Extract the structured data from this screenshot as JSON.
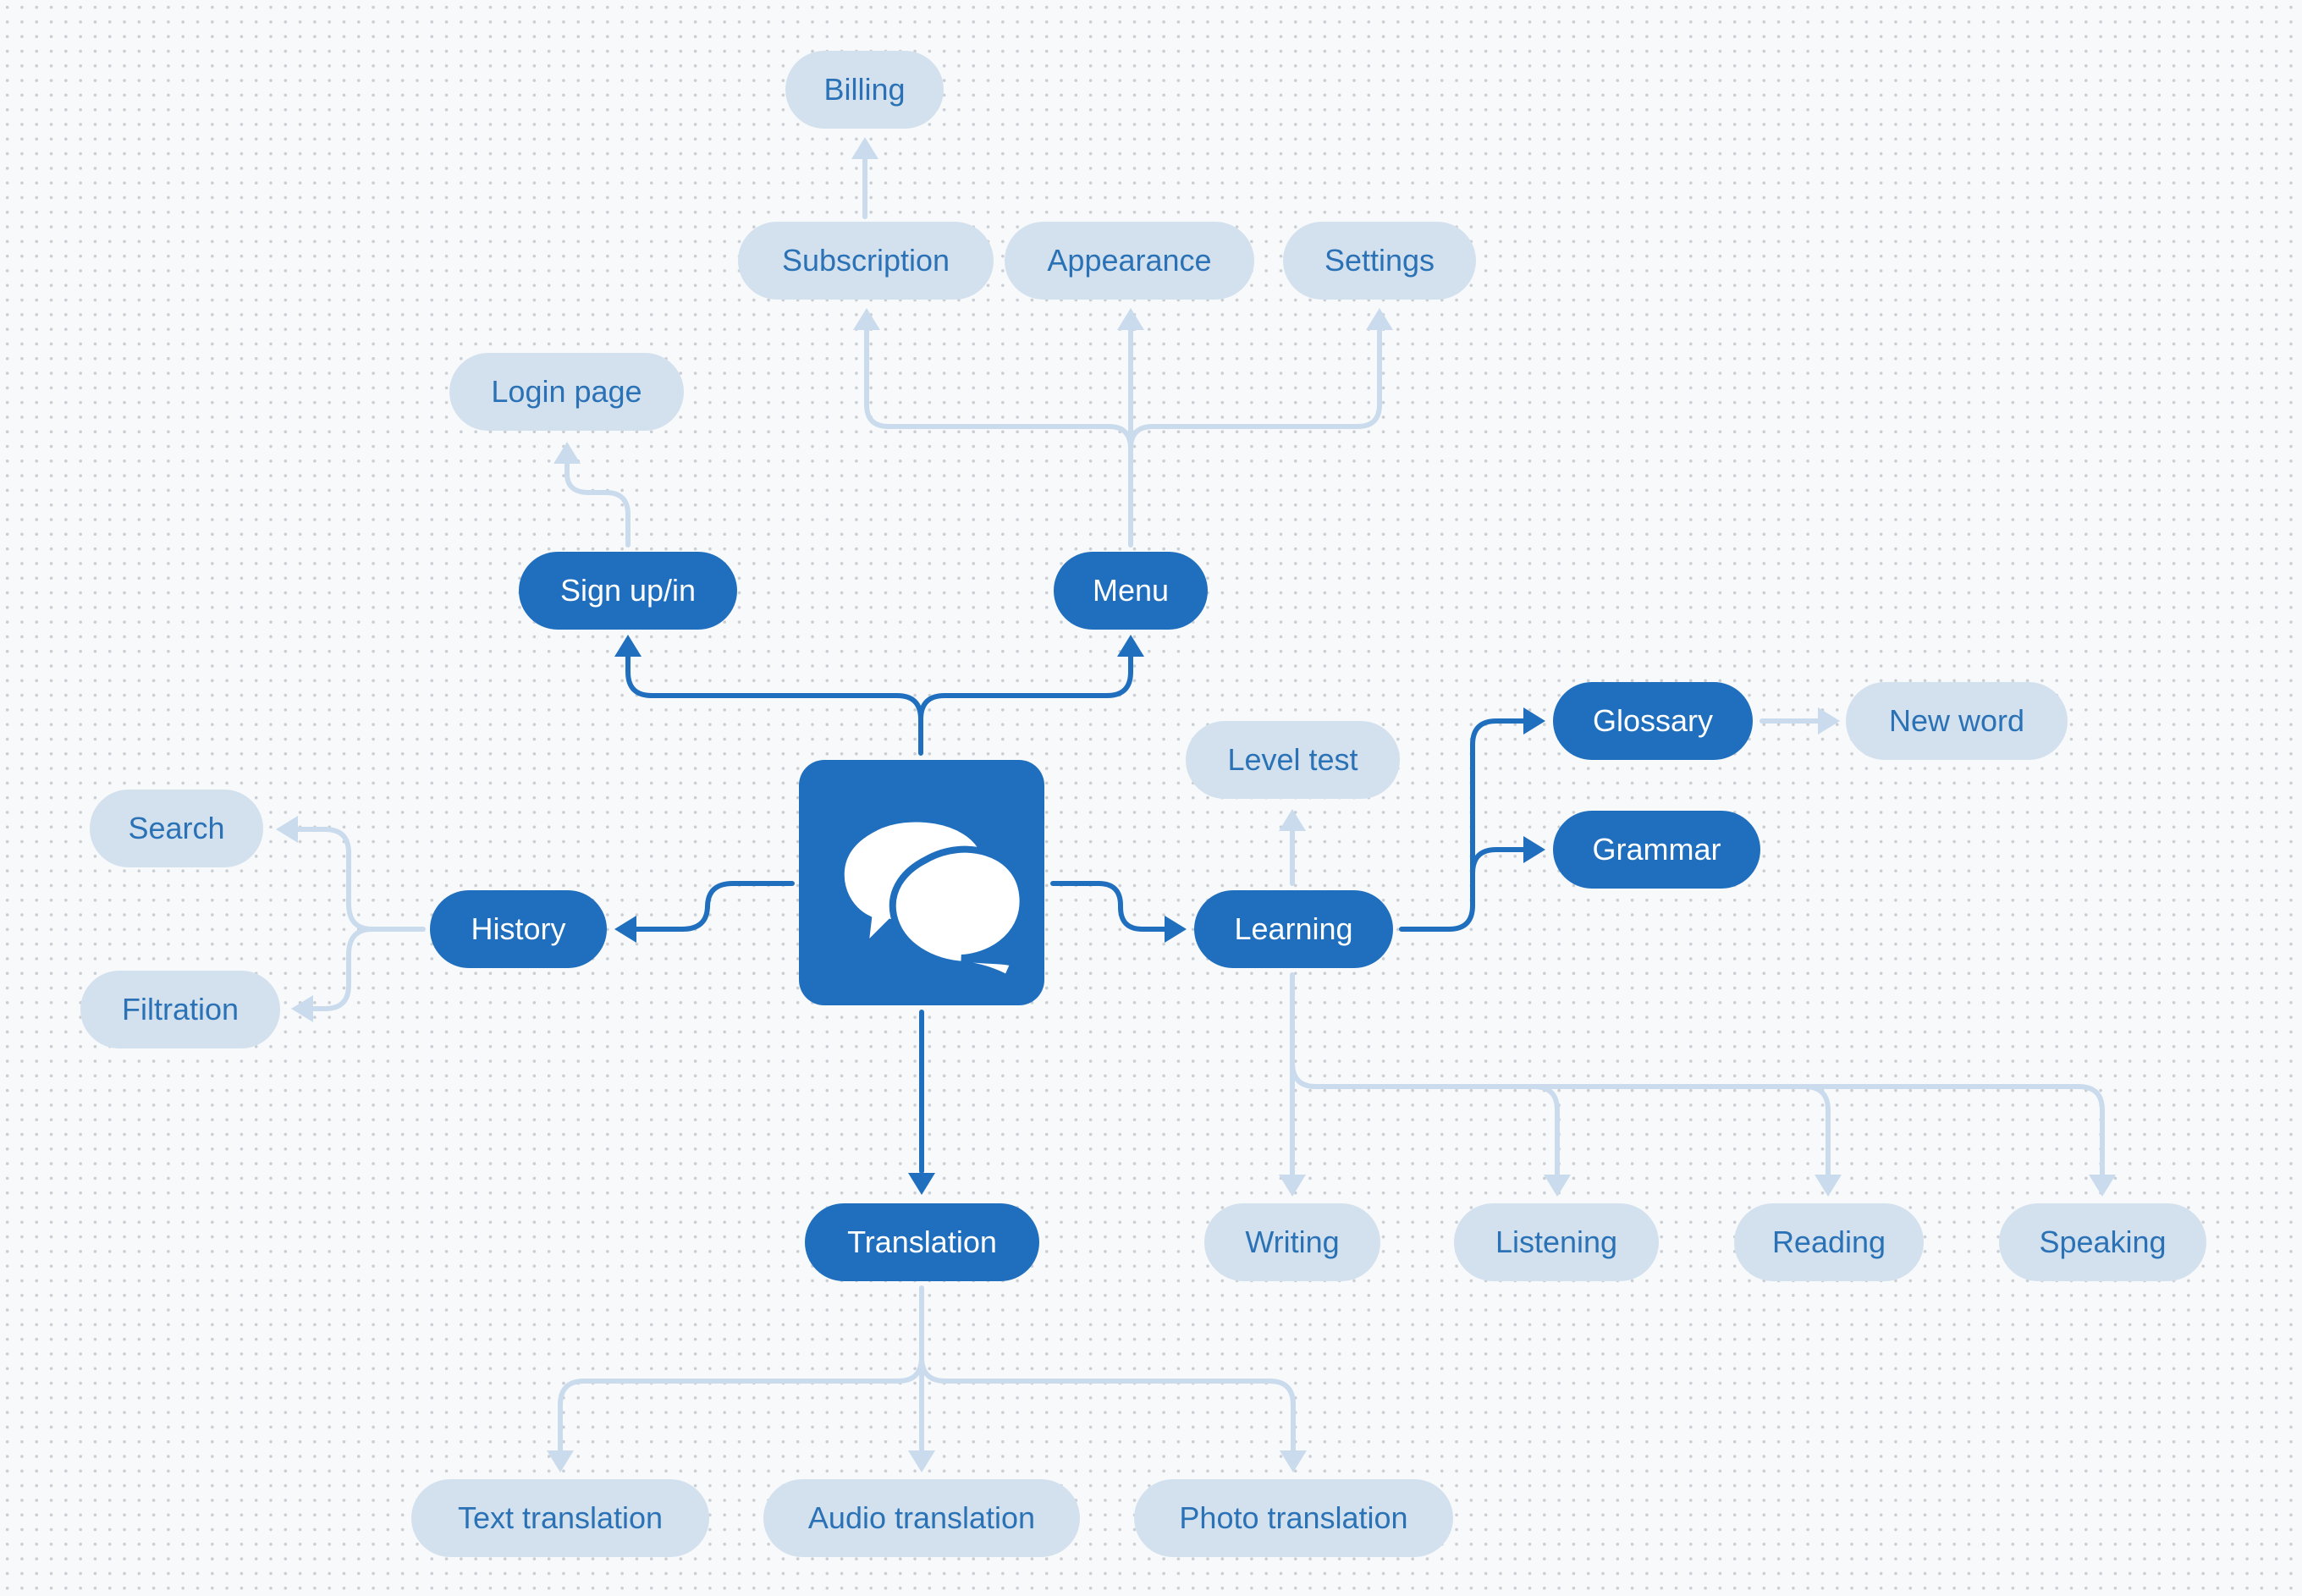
{
  "colors": {
    "primary": "#1f6fbe",
    "secondary_fill": "#d3e1ee",
    "secondary_text": "#2a72b5",
    "connector_soft": "#c9dbec",
    "background": "#f8f9fa"
  },
  "hub": {
    "icon": "chat-bubbles-icon"
  },
  "nodes": {
    "billing": "Billing",
    "subscription": "Subscription",
    "appearance": "Appearance",
    "settings": "Settings",
    "login_page": "Login page",
    "sign_up_in": "Sign up/in",
    "menu": "Menu",
    "glossary": "Glossary",
    "new_word": "New word",
    "level_test": "Level test",
    "grammar": "Grammar",
    "search": "Search",
    "history": "History",
    "learning": "Learning",
    "filtration": "Filtration",
    "translation": "Translation",
    "writing": "Writing",
    "listening": "Listening",
    "reading": "Reading",
    "speaking": "Speaking",
    "text_translation": "Text translation",
    "audio_translation": "Audio translation",
    "photo_translation": "Photo translation"
  }
}
